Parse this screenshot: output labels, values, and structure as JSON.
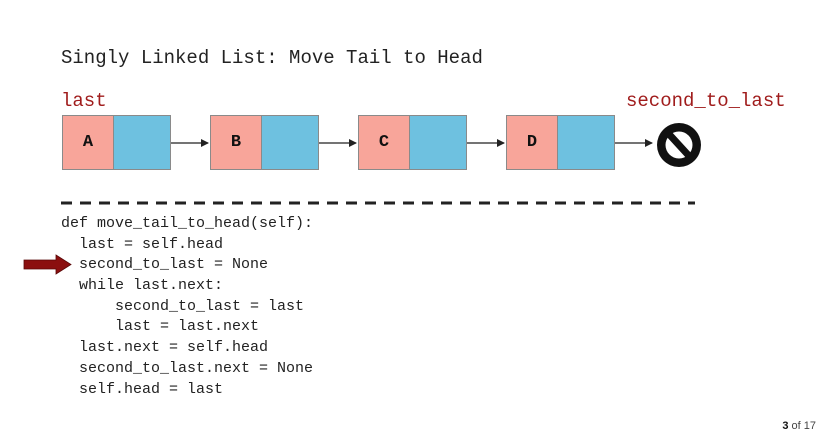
{
  "title": "Singly Linked List: Move Tail to Head",
  "pointers": {
    "left_label": "last",
    "right_label": "second_to_last"
  },
  "nodes": [
    {
      "value": "A"
    },
    {
      "value": "B"
    },
    {
      "value": "C"
    },
    {
      "value": "D"
    }
  ],
  "null_symbol": "null-icon",
  "code_lines": [
    "def move_tail_to_head(self):",
    "  last = self.head",
    "  second_to_last = None",
    "  while last.next:",
    "      second_to_last = last",
    "      last = last.next",
    "  last.next = self.head",
    "  second_to_last.next = None",
    "  self.head = last"
  ],
  "current_line_index": 2,
  "page": {
    "current": "3",
    "separator": "of",
    "total": "17"
  },
  "colors": {
    "value_cell": "#f8a59a",
    "next_cell": "#6ec1e0",
    "pointer_label": "#a01c1c",
    "current_line_arrow": "#8b0f0f"
  }
}
